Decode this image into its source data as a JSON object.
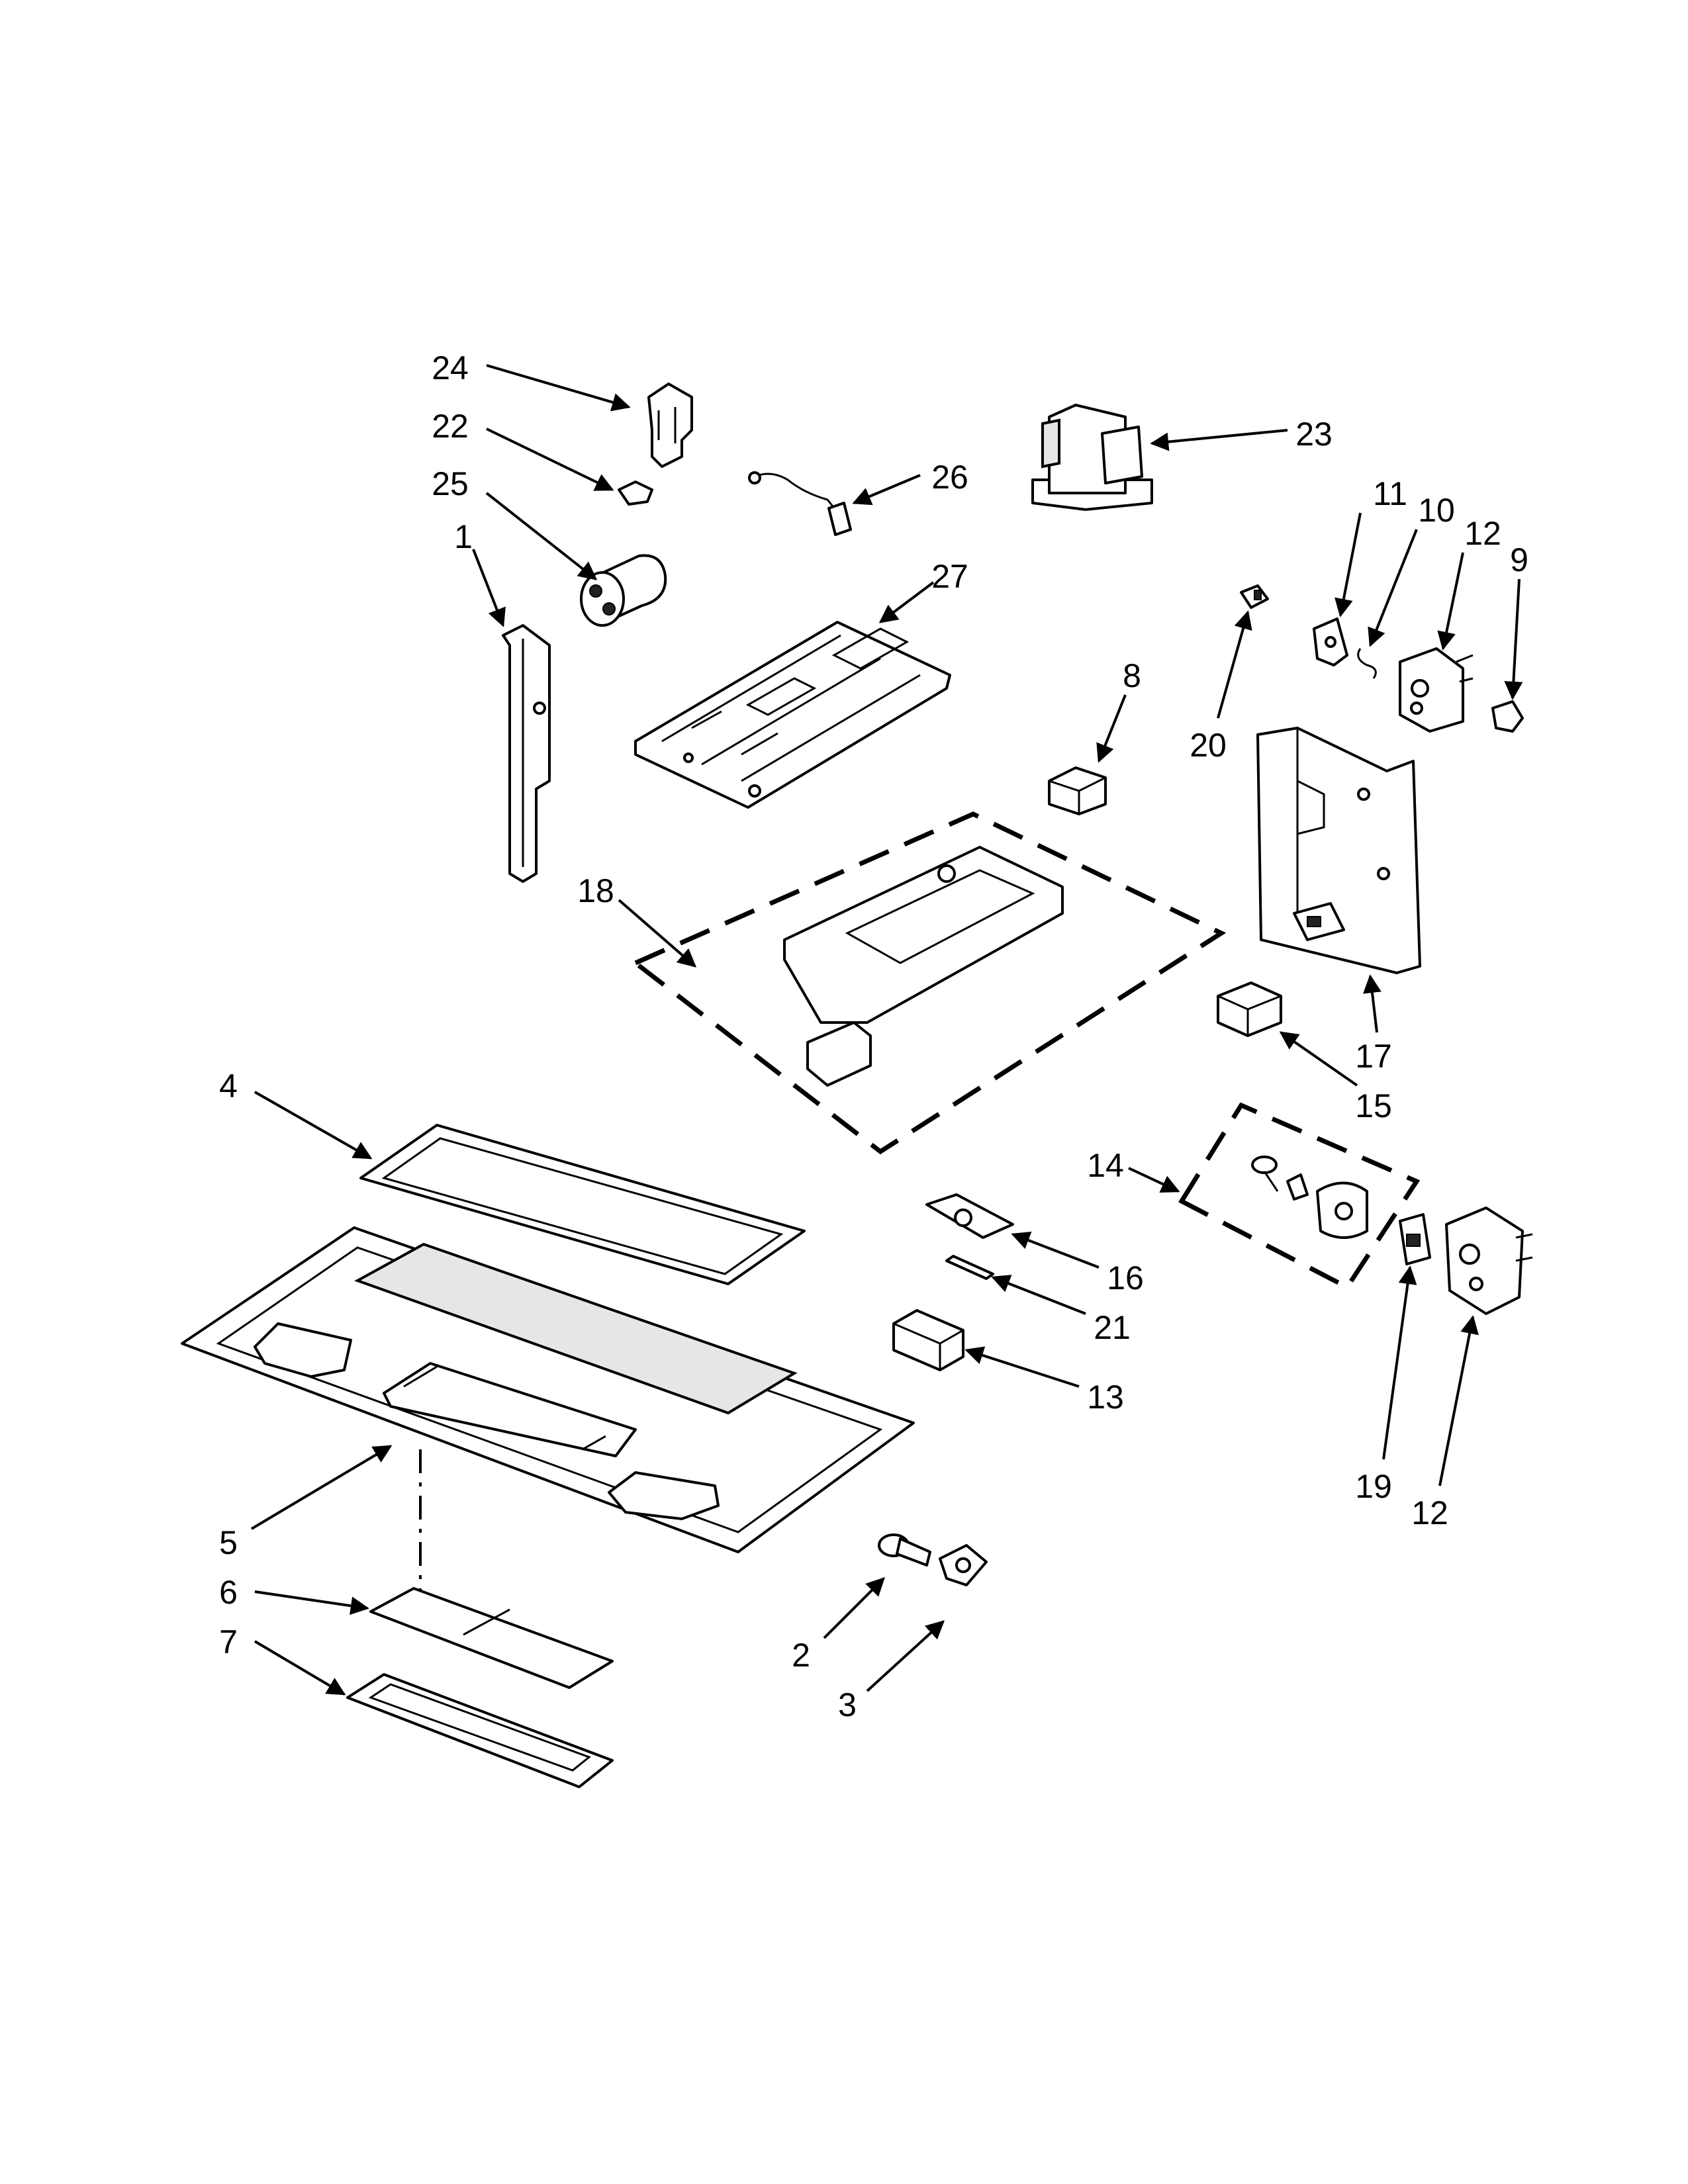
{
  "callouts": [
    {
      "label": "24"
    },
    {
      "label": "22"
    },
    {
      "label": "25"
    },
    {
      "label": "1"
    },
    {
      "label": "26"
    },
    {
      "label": "23"
    },
    {
      "label": "27"
    },
    {
      "label": "11"
    },
    {
      "label": "10"
    },
    {
      "label": "12"
    },
    {
      "label": "9"
    },
    {
      "label": "20"
    },
    {
      "label": "8"
    },
    {
      "label": "18"
    },
    {
      "label": "17"
    },
    {
      "label": "15"
    },
    {
      "label": "4"
    },
    {
      "label": "14"
    },
    {
      "label": "16"
    },
    {
      "label": "21"
    },
    {
      "label": "13"
    },
    {
      "label": "19"
    },
    {
      "label": "12"
    },
    {
      "label": "5"
    },
    {
      "label": "6"
    },
    {
      "label": "7"
    },
    {
      "label": "2"
    },
    {
      "label": "3"
    }
  ]
}
